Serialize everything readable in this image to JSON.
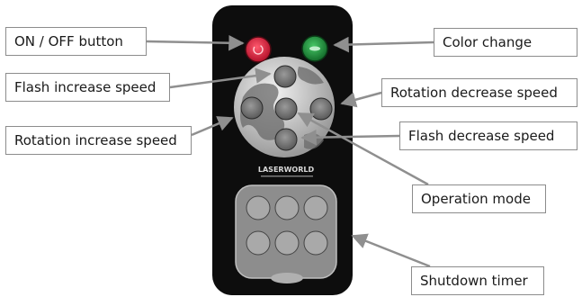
{
  "callouts": {
    "on_off": "ON / OFF button",
    "color_change": "Color change",
    "flash_increase": "Flash increase speed",
    "rotation_decrease": "Rotation decrease speed",
    "rotation_increase": "Rotation increase speed",
    "flash_decrease": "Flash decrease speed",
    "operation_mode": "Operation mode",
    "shutdown_timer": "Shutdown timer"
  },
  "remote": {
    "brand": "LASERWORLD",
    "body_color": "#0d0d0d",
    "power_button_color": "#d8233d",
    "color_button_color": "#1e8a3a",
    "button_gray": "#b9b9b9"
  },
  "arrow_color": "#8f8f8f"
}
